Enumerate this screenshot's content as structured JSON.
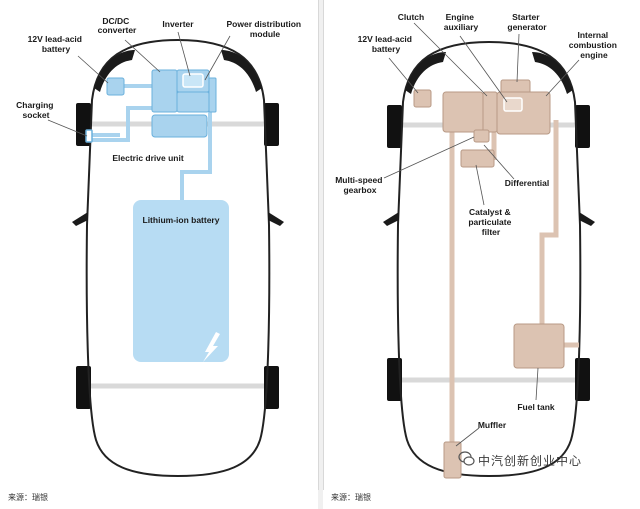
{
  "left_panel": {
    "labels": {
      "dcdc": [
        "DC/DC",
        "converter"
      ],
      "inverter": [
        "Inverter"
      ],
      "pdm": [
        "Power distribution",
        "module"
      ],
      "battery12v": [
        "12V lead-acid",
        "battery"
      ],
      "charging": [
        "Charging",
        "socket"
      ],
      "edu": [
        "Electric drive unit"
      ],
      "liion": [
        "Lithium-ion battery"
      ]
    },
    "colors": {
      "component": "#a9d3ee",
      "stroke": "#6ab0dc",
      "battery": "#b7dcf3"
    },
    "source": "来源：瑞银"
  },
  "right_panel": {
    "labels": {
      "clutch": [
        "Clutch"
      ],
      "engine_aux": [
        "Engine",
        "auxiliary"
      ],
      "starter": [
        "Starter",
        "generator"
      ],
      "ice": [
        "Internal",
        "combustion",
        "engine"
      ],
      "battery12v": [
        "12V lead-acid",
        "battery"
      ],
      "gearbox": [
        "Multi-speed",
        "gearbox"
      ],
      "differential": [
        "Differential"
      ],
      "catalyst": [
        "Catalyst &",
        "particulate",
        "filter"
      ],
      "fuel_tank": [
        "Fuel tank"
      ],
      "muffler": [
        "Muffler"
      ]
    },
    "colors": {
      "component": "#dcc3b2",
      "stroke": "#b89a86"
    },
    "source": "来源：瑞银",
    "watermark": "中汽创新创业中心"
  }
}
